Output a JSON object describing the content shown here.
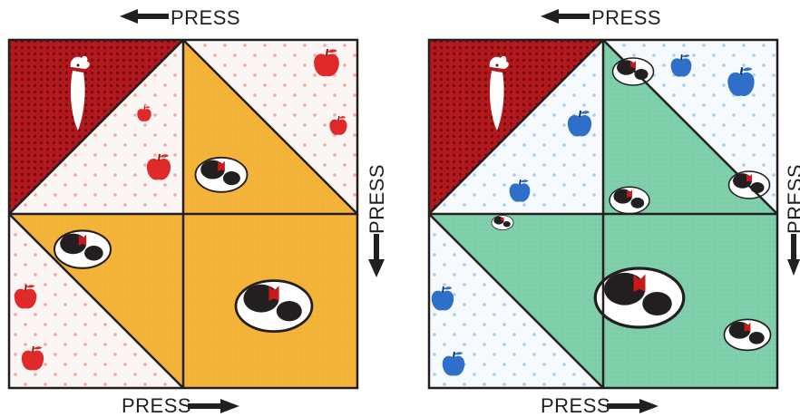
{
  "labels": {
    "press": "PRESS"
  },
  "colors": {
    "red": "#b3181c",
    "red_dot": "#6e0c0f",
    "white_fabric": "#fbf6f4",
    "yellow": "#f4b43a",
    "green": "#7fceaa",
    "outline": "#231f20",
    "apple_red": "#e02a2a",
    "apple_blue": "#2d6fc9"
  },
  "blocks": [
    {
      "name": "left-quilt-block",
      "colorway": "red-white-yellow"
    },
    {
      "name": "right-quilt-block",
      "colorway": "red-white-green"
    }
  ]
}
